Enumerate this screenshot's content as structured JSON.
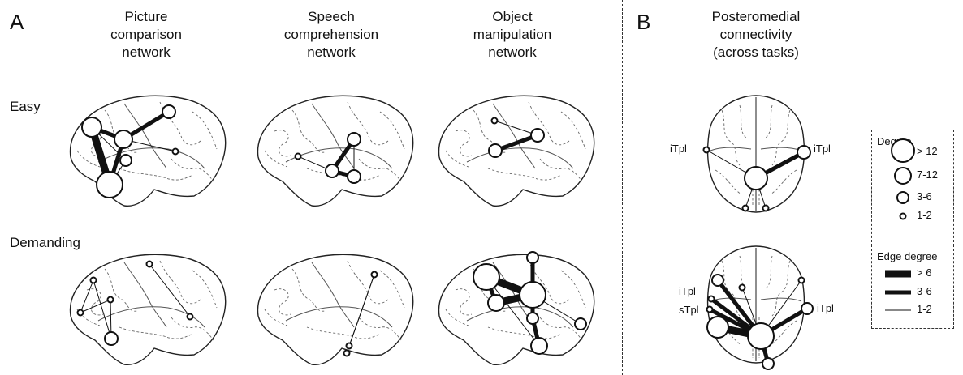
{
  "panelA": {
    "letter": "A"
  },
  "panelB": {
    "letter": "B"
  },
  "columns": [
    {
      "lines": [
        "Picture",
        "comparison",
        "network"
      ]
    },
    {
      "lines": [
        "Speech",
        "comprehension",
        "network"
      ]
    },
    {
      "lines": [
        "Object",
        "manipulation",
        "network"
      ]
    },
    {
      "lines": [
        "Posteromedial",
        "connectivity",
        "(across tasks)"
      ]
    }
  ],
  "rows": {
    "easy": "Easy",
    "demanding": "Demanding"
  },
  "nodeLabels": {
    "itpl": "iTpl",
    "stpl": "sTpl"
  },
  "legend": {
    "degree_title": "Degree",
    "degree_items": [
      {
        "label": "> 12",
        "level": 4
      },
      {
        "label": "7-12",
        "level": 3
      },
      {
        "label": "3-6",
        "level": 2
      },
      {
        "label": "1-2",
        "level": 1
      }
    ],
    "edge_title": "Edge degree",
    "edge_items": [
      {
        "label": "> 6",
        "level": 3
      },
      {
        "label": "3-6",
        "level": 2
      },
      {
        "label": "1-2",
        "level": 1
      }
    ]
  },
  "colors": {
    "ink": "#111111",
    "outline": "#333333",
    "sulcus": "#555555"
  }
}
